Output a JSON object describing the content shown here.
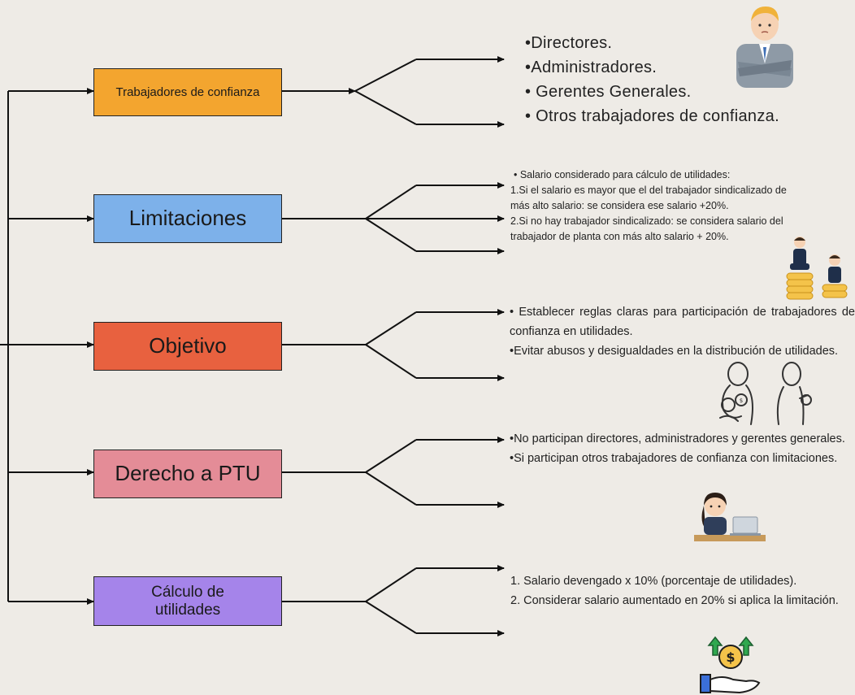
{
  "branches": [
    {
      "label": "Trabajadores de confianza",
      "color": "#f3a52f",
      "details": [
        "•Directores.",
        "•Administradores.",
        "• Gerentes Generales.",
        "• Otros trabajadores de confianza."
      ],
      "illustration": "businessman-crossed-arms-icon"
    },
    {
      "label": "Limitaciones",
      "color": "#7db1ea",
      "details": [
        "• Salario considerado para cálculo de utilidades:",
        "1.Si el salario es mayor que el del trabajador sindicalizado de",
        "más alto salario: se considera ese salario +20%.",
        "2.Si no hay trabajador sindicalizado: se considera salario del",
        "trabajador de planta con más alto salario + 20%."
      ],
      "illustration": "workers-on-coin-stacks-icon"
    },
    {
      "label": "Objetivo",
      "color": "#e8613f",
      "details": [
        "• Establecer reglas claras para participación de trabajadores de confianza en utilidades.",
        "•Evitar abusos y desigualdades en la distribución de utilidades."
      ],
      "illustration": "people-with-money-bags-icon"
    },
    {
      "label": "Derecho a PTU",
      "color": "#e48c97",
      "details": [
        "•No participan directores, administradores y gerentes generales.",
        "•Si participan otros trabajadores de confianza con limitaciones."
      ],
      "illustration": "office-worker-laptop-icon"
    },
    {
      "label": "Cálculo de utilidades",
      "label_lines": [
        "Cálculo de",
        "utilidades"
      ],
      "color": "#a584ea",
      "details": [
        "1. Salario devengado x 10% (porcentaje de utilidades).",
        "2. Considerar salario aumentado en 20% si aplica la limitación."
      ],
      "illustration": "hand-coin-growth-arrows-icon"
    }
  ]
}
